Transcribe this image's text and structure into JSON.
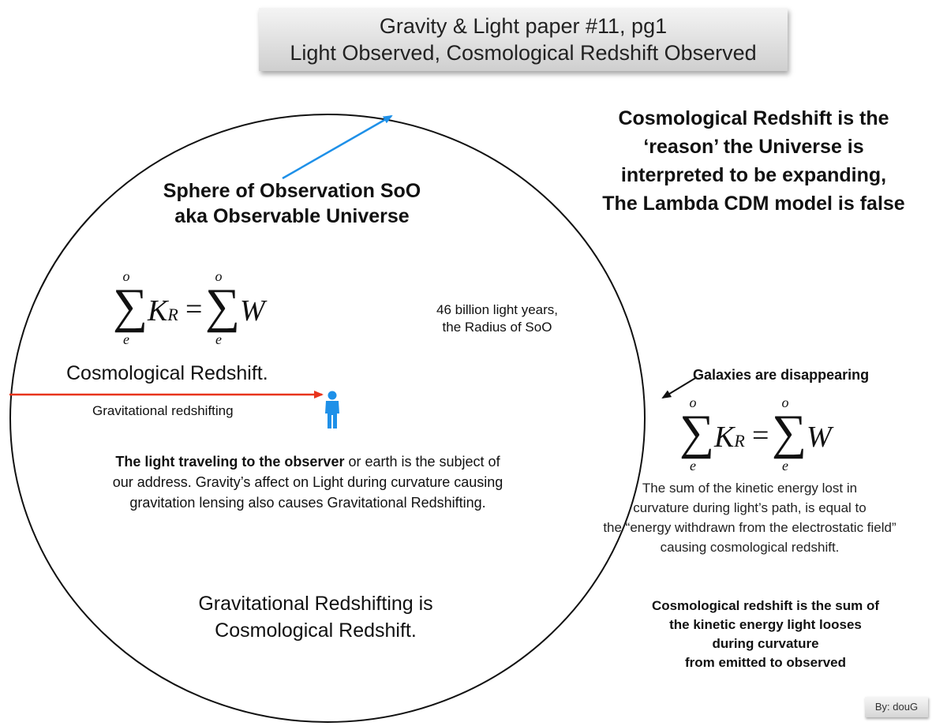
{
  "header": {
    "title_line1": "Gravity & Light paper #11, pg1",
    "title_line2": "Light Observed, Cosmological Redshift Observed"
  },
  "sphere": {
    "label_line1": "Sphere of Observation SoO",
    "label_line2": "aka Observable Universe",
    "radius_line1": "46 billion light years,",
    "radius_line2": "the Radius of SoO",
    "cosmo_label": "Cosmological Redshift.",
    "grav_label": "Gravitational redshifting",
    "light_bold": "The light traveling to the observer",
    "light_line1_rest": " or earth is the subject of",
    "light_line2": "our address. Gravity’s affect on Light during curvature causing",
    "light_line3": "gravitation lensing also causes Gravitational Redshifting.",
    "conclusion_line1": "Gravitational Redshifting is",
    "conclusion_line2": "Cosmological Redshift."
  },
  "equation": {
    "upper": "o",
    "lower": "e",
    "sigma": "∑",
    "k": "K",
    "k_sub": "R",
    "equals": "=",
    "w": "W"
  },
  "right_panel": {
    "claim_line1": "Cosmological Redshift is the",
    "claim_line2": "‘reason’ the Universe is",
    "claim_line3": "interpreted to be expanding,",
    "claim_line4": "The Lambda CDM model is false",
    "galaxies": "Galaxies are disappearing",
    "sum_line1": "The sum of the kinetic energy lost in",
    "sum_line2": "curvature during light’s path, is equal to",
    "sum_line3": "the “energy withdrawn from the electrostatic field”",
    "sum_line4": "causing cosmological redshift.",
    "final_line1": "Cosmological redshift is the sum of",
    "final_line2": "the kinetic energy light looses",
    "final_line3": "during curvature",
    "final_line4": "from emitted to observed"
  },
  "byline": "By: douG",
  "colors": {
    "radius_arrow": "#1e90e8",
    "light_arrow": "#e8341c",
    "observer": "#1e90e8",
    "pointer_arrow": "#111111"
  }
}
